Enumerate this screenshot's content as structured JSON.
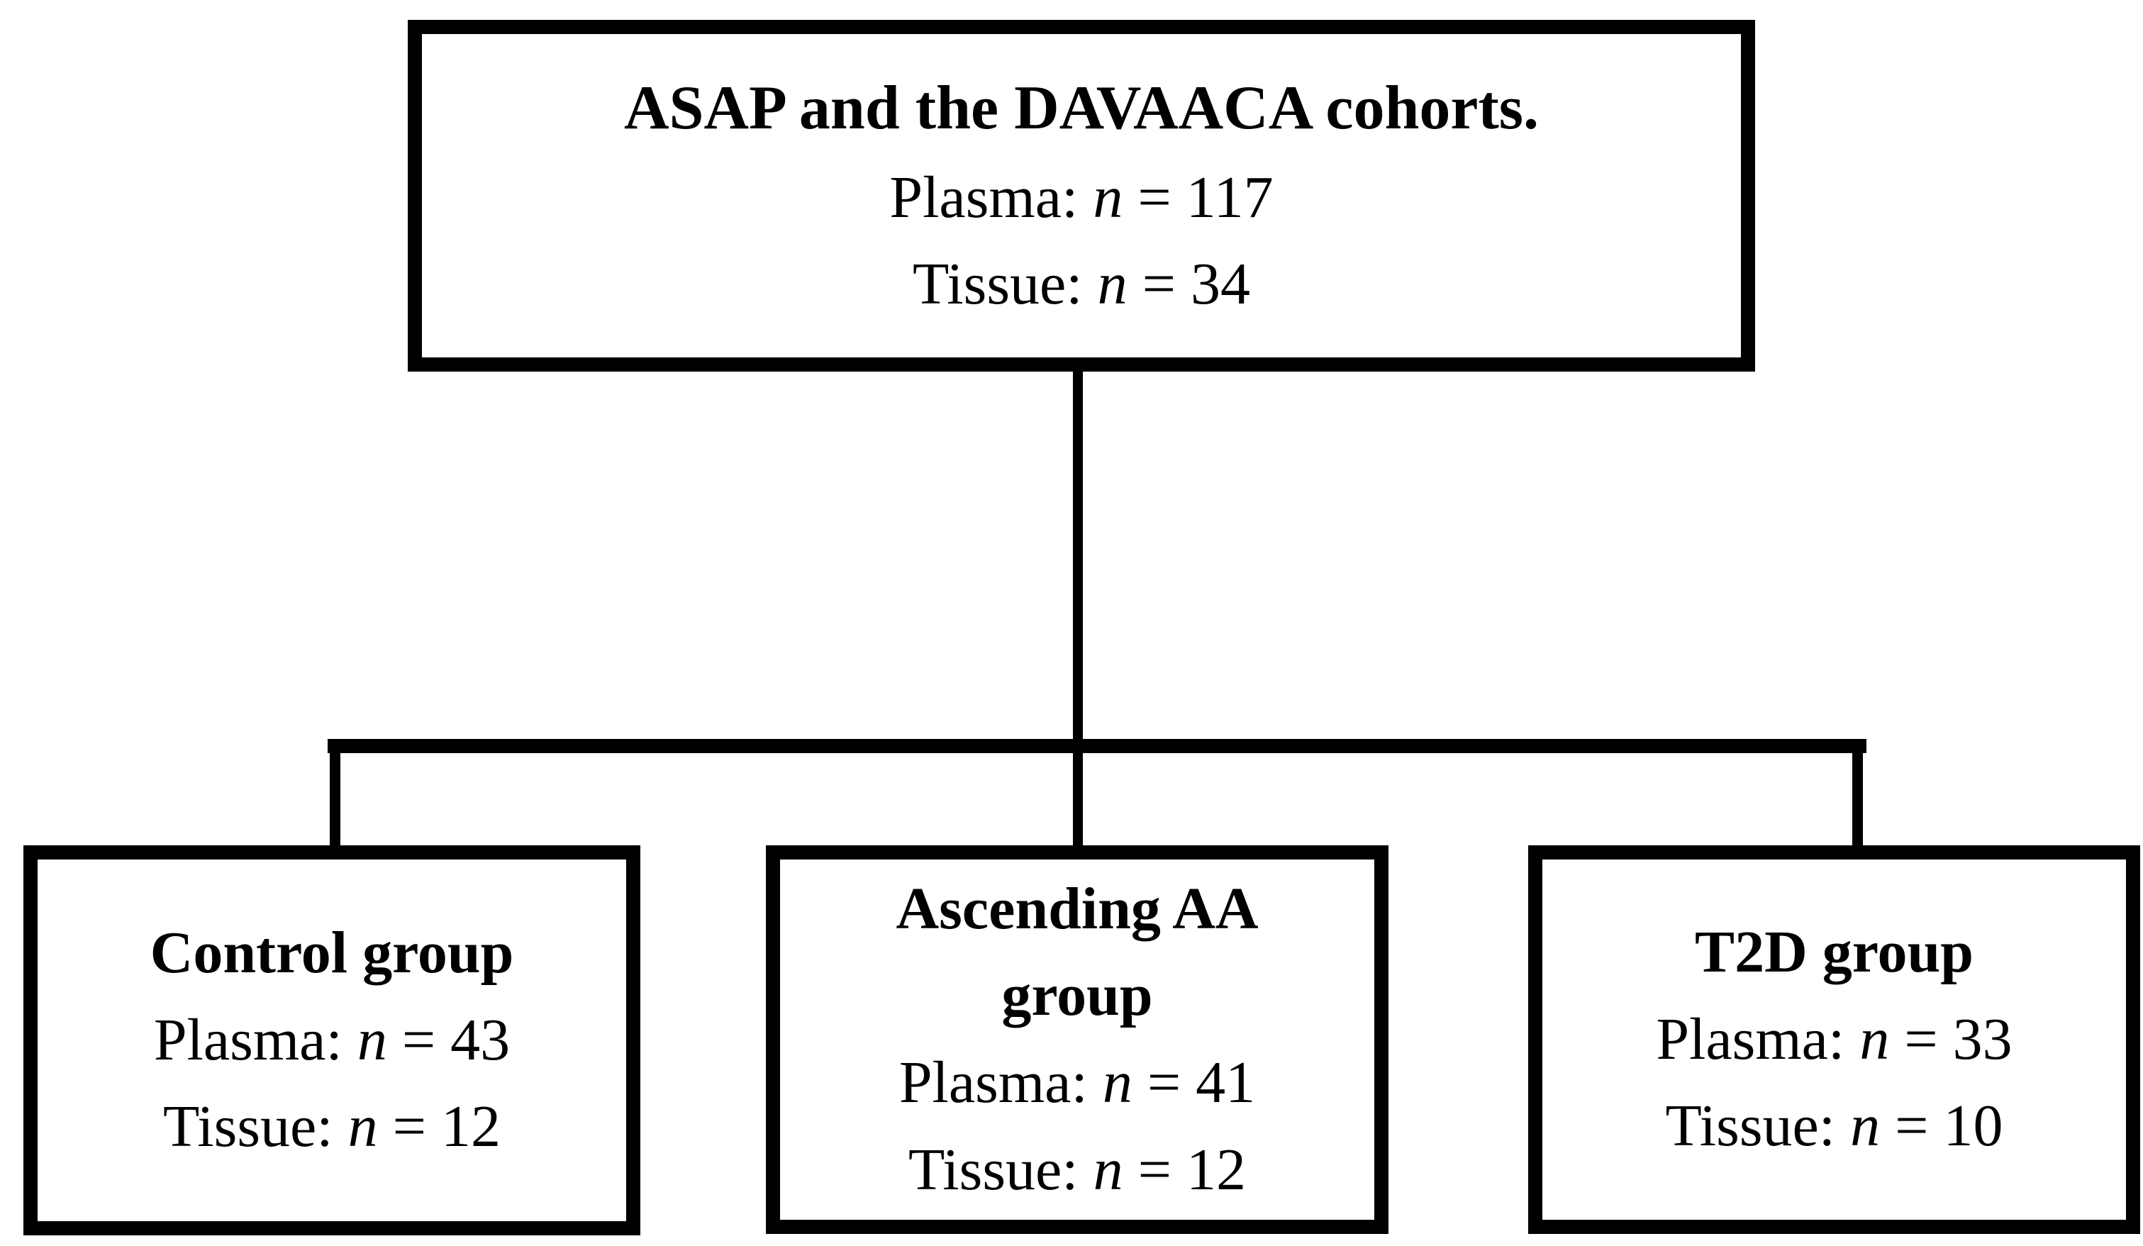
{
  "figure": {
    "background_color": "#ffffff",
    "ink_color": "#000000",
    "type": "flowchart"
  },
  "nodes": {
    "root": {
      "title_lines": [
        "ASAP and the DAVAACA cohorts."
      ],
      "plasma": {
        "label": "Plasma: ",
        "var": "n",
        "value": " = 117"
      },
      "tissue": {
        "label": "Tissue: ",
        "var": "n",
        "value": " = 34"
      }
    },
    "control": {
      "title_lines": [
        "Control group"
      ],
      "plasma": {
        "label": "Plasma: ",
        "var": "n",
        "value": " = 43"
      },
      "tissue": {
        "label": "Tissue: ",
        "var": "n",
        "value": " = 12"
      }
    },
    "ascending": {
      "title_lines": [
        "Ascending AA",
        "group"
      ],
      "plasma": {
        "label": "Plasma: ",
        "var": "n",
        "value": " = 41"
      },
      "tissue": {
        "label": "Tissue: ",
        "var": "n",
        "value": " = 12"
      }
    },
    "t2d": {
      "title_lines": [
        "T2D group"
      ],
      "plasma": {
        "label": "Plasma: ",
        "var": "n",
        "value": " = 33"
      },
      "tissue": {
        "label": "Tissue: ",
        "var": "n",
        "value": " = 10"
      }
    }
  }
}
